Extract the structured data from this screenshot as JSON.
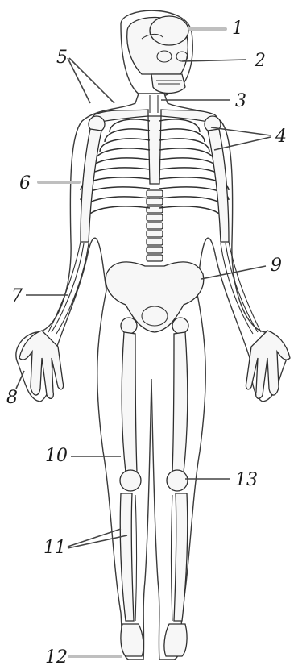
{
  "figure": {
    "callouts": [
      {
        "number": "1"
      },
      {
        "number": "2"
      },
      {
        "number": "3"
      },
      {
        "number": "4"
      },
      {
        "number": "5"
      },
      {
        "number": "6"
      },
      {
        "number": "7"
      },
      {
        "number": "8"
      },
      {
        "number": "9"
      },
      {
        "number": "10"
      },
      {
        "number": "11"
      },
      {
        "number": "12"
      },
      {
        "number": "13"
      }
    ]
  }
}
